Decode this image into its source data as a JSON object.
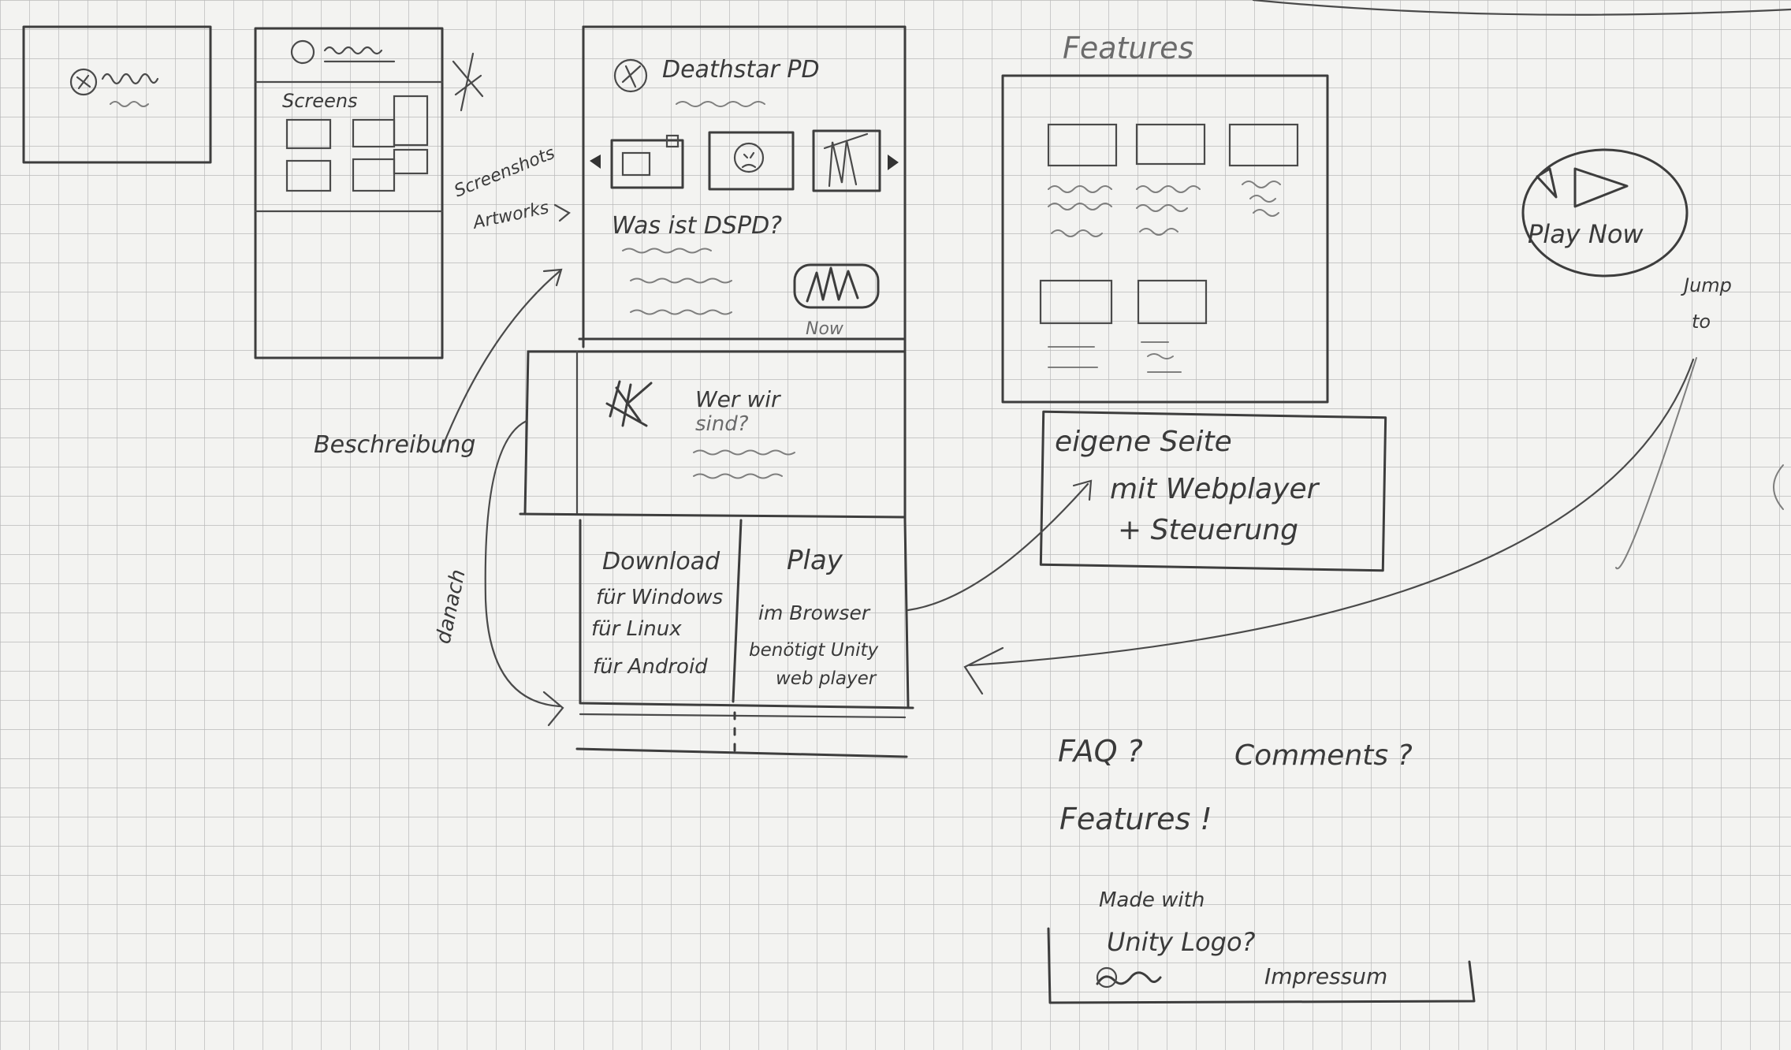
{
  "sketch": {
    "page_a": {
      "label": "Screens"
    },
    "main_page": {
      "title": "Deathstar PD",
      "section_what": "Was ist DSPD?",
      "now_mark": "Now",
      "section_who_line1": "Wer wir",
      "section_who_line2": "sind?",
      "download": {
        "heading": "Download",
        "line1": "für Windows",
        "line2": "für Linux",
        "line3": "für Android"
      },
      "play": {
        "heading": "Play",
        "line1": "im Browser",
        "line2": "benötigt Unity",
        "line3": "web player"
      }
    },
    "side_notes": {
      "screenshots_line1": "Screenshots",
      "screenshots_line2": "Artworks",
      "beschreibung": "Beschreibung",
      "danach": "danach"
    },
    "features_page": {
      "heading": "Features"
    },
    "player_page": {
      "line1": "eigene Seite",
      "line2": "mit Webplayer",
      "line3": "+ Steuerung"
    },
    "play_now": {
      "label": "Play Now",
      "jump_line1": "Jump",
      "jump_line2": "to"
    },
    "bottom_notes": {
      "faq": "FAQ ?",
      "comments": "Comments ?",
      "features": "Features !"
    },
    "footer": {
      "line1": "Made with",
      "line2": "Unity Logo?",
      "impressum": "Impressum"
    }
  }
}
